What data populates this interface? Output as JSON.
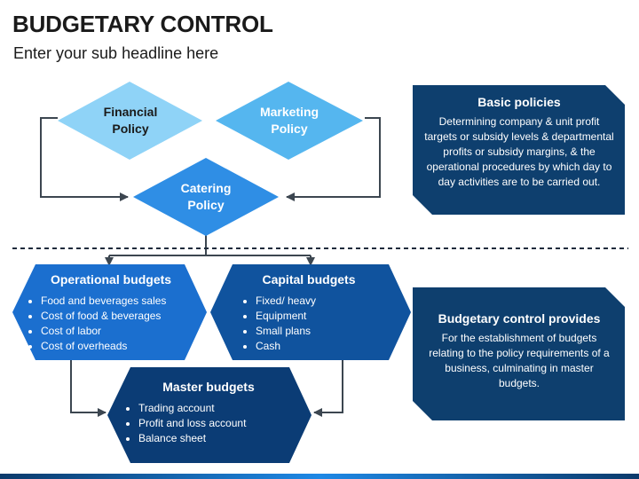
{
  "header": {
    "title": "BUDGETARY CONTROL",
    "subtitle": "Enter your sub headline here"
  },
  "policies": {
    "financial": "Financial\nPolicy",
    "marketing": "Marketing\nPolicy",
    "catering": "Catering\nPolicy"
  },
  "budgets": {
    "operational": {
      "title": "Operational budgets",
      "items": [
        "Food and beverages sales",
        "Cost of food & beverages",
        "Cost of labor",
        "Cost of overheads"
      ]
    },
    "capital": {
      "title": "Capital budgets",
      "items": [
        "Fixed/ heavy",
        "Equipment",
        "Small plans",
        "Cash"
      ]
    },
    "master": {
      "title": "Master budgets",
      "items": [
        "Trading account",
        "Profit and loss account",
        "Balance sheet"
      ]
    }
  },
  "side_boxes": {
    "basic": {
      "title": "Basic policies",
      "body": "Determining company & unit profit targets or subsidy levels & departmental profits or subsidy margins, & the operational procedures by which day to day activities are to be carried out."
    },
    "control": {
      "title": "Budgetary control provides",
      "body": "For the establishment of budgets relating to the policy requirements of a business, culminating in master budgets."
    }
  },
  "colors": {
    "light_diamond": "#8fd3f7",
    "mid_diamond": "#55b6ef",
    "catering_diamond": "#2f8ee5",
    "operational": "#1b6fcf",
    "capital": "#10539e",
    "master": "#0b3c75",
    "side": "#0e3f6e",
    "connector": "#3c4650"
  }
}
